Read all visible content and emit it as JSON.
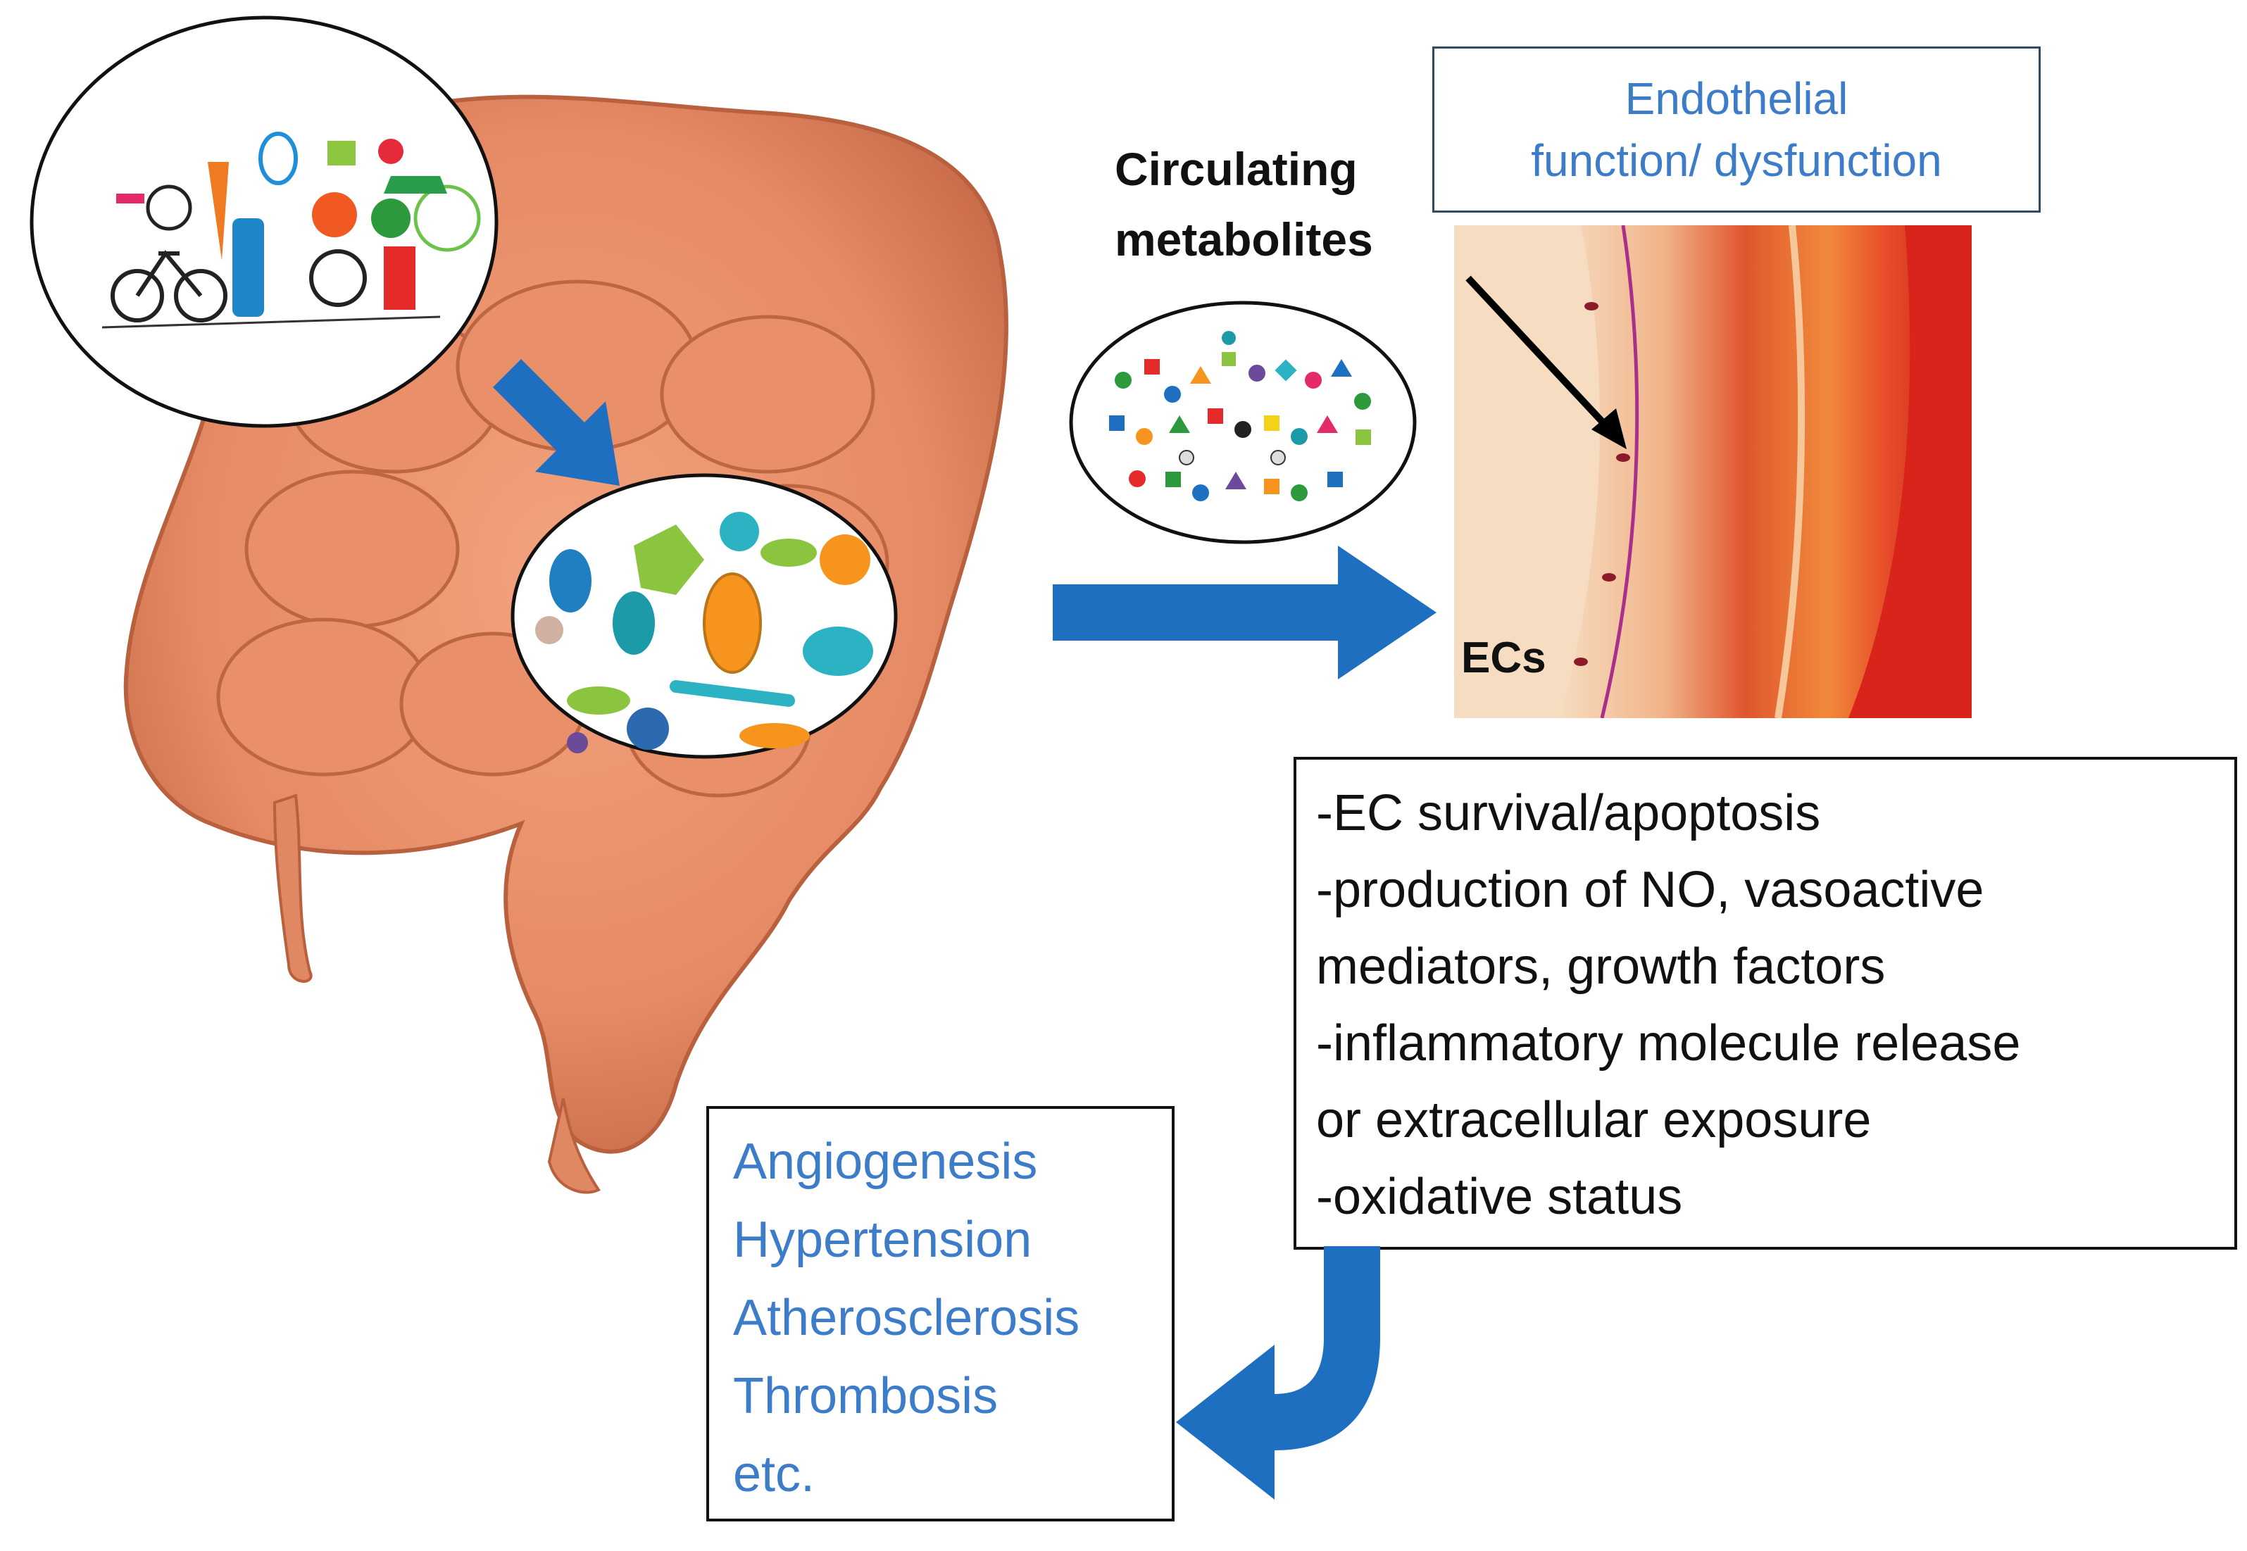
{
  "labels": {
    "circulating": "Circulating",
    "metabolites": "metabolites",
    "ecs": "ECs"
  },
  "endothelial_box": {
    "line1": "Endothelial",
    "line2": "function/ dysfunction"
  },
  "effects_box": {
    "lines": [
      "-EC survival/apoptosis",
      "-production of NO, vasoactive",
      "mediators, growth factors",
      "-inflammatory molecule release",
      "or extracellular exposure",
      "-oxidative status"
    ]
  },
  "outcomes_box": {
    "lines": [
      "Angiogenesis",
      "Hypertension",
      "Atherosclerosis",
      "Thrombosis",
      "etc."
    ]
  },
  "colors": {
    "arrow_blue": "#1f6fc0",
    "label_blue": "#3d7cc9",
    "intestine": "#e98a66",
    "vessel_red": "#d8321d"
  }
}
